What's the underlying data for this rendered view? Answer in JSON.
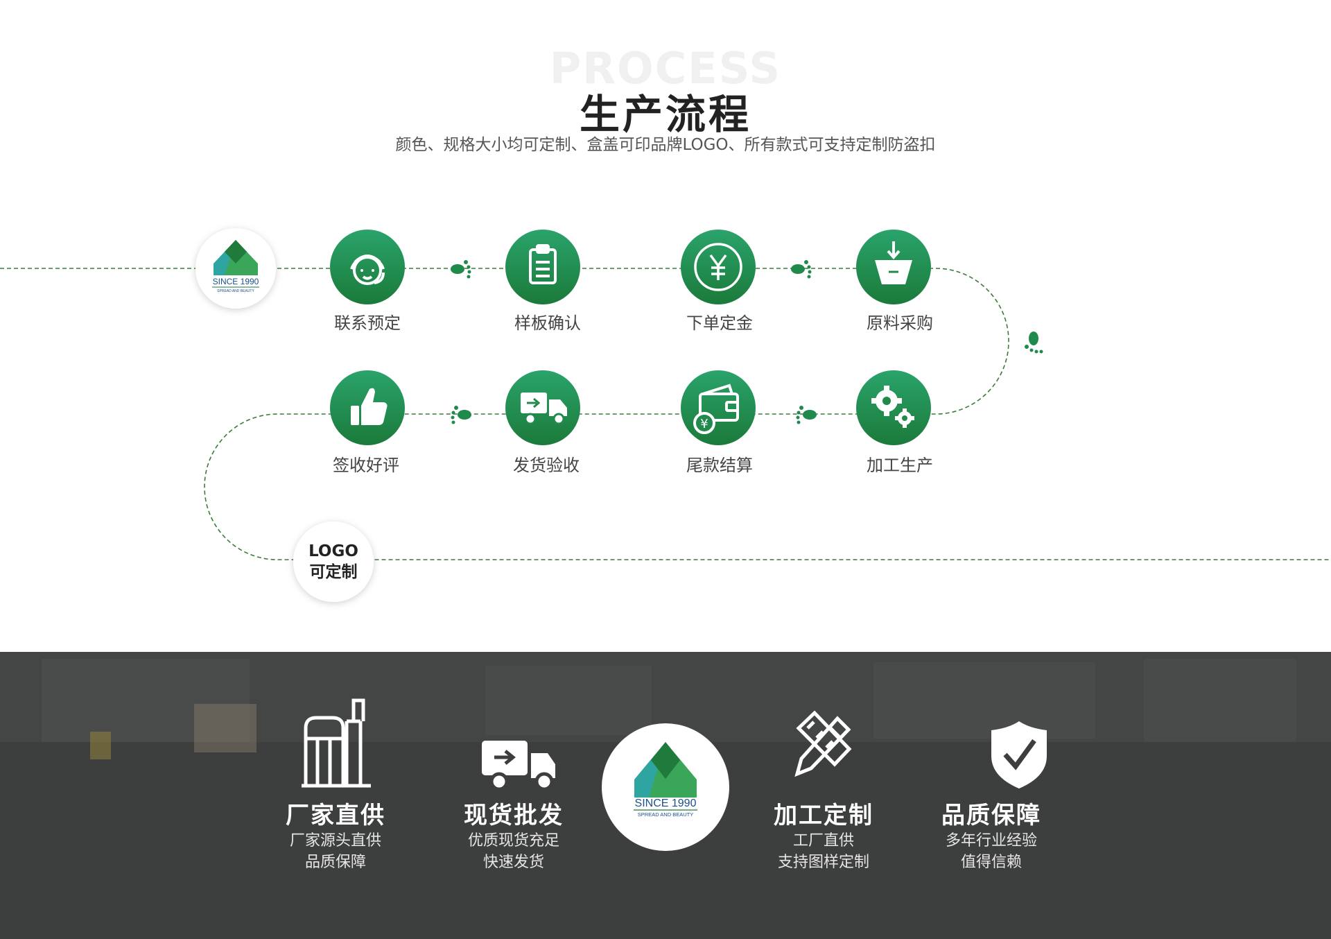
{
  "header": {
    "bg_word": "PROCESS",
    "title": "生产流程",
    "subtitle": "颜色、规格大小均可定制、盒盖可印品牌LOGO、所有款式可支持定制防盗扣"
  },
  "brand": {
    "since": "SINCE 1990",
    "tagline": "SPREAD AND BEAUTY"
  },
  "logo_badge": {
    "line1": "LOGO",
    "line2": "可定制"
  },
  "colors": {
    "green_top": "#2aa36b",
    "green_bottom": "#1b7a3a",
    "dark_bg": "#3d3e3e",
    "logo_teal": "#2ea5a0",
    "logo_green": "#3aa65a",
    "logo_dark": "#1f7a3b"
  },
  "steps": [
    {
      "label": "联系预定",
      "icon": "customer-service-icon"
    },
    {
      "label": "样板确认",
      "icon": "clipboard-icon"
    },
    {
      "label": "下单定金",
      "icon": "yen-coin-icon"
    },
    {
      "label": "原料采购",
      "icon": "basket-icon"
    },
    {
      "label": "加工生产",
      "icon": "gears-icon"
    },
    {
      "label": "尾款结算",
      "icon": "wallet-icon"
    },
    {
      "label": "发货验收",
      "icon": "delivery-truck-icon"
    },
    {
      "label": "签收好评",
      "icon": "thumbs-up-icon"
    }
  ],
  "features": [
    {
      "title": "厂家直供",
      "line1": "厂家源头直供",
      "line2": "品质保障",
      "icon": "factory-icon"
    },
    {
      "title": "现货批发",
      "line1": "优质现货充足",
      "line2": "快速发货",
      "icon": "delivery-truck-icon"
    },
    {
      "title": "加工定制",
      "line1": "工厂直供",
      "line2": "支持图样定制",
      "icon": "pencil-ruler-icon"
    },
    {
      "title": "品质保障",
      "line1": "多年行业经验",
      "line2": "值得信赖",
      "icon": "shield-check-icon"
    }
  ]
}
